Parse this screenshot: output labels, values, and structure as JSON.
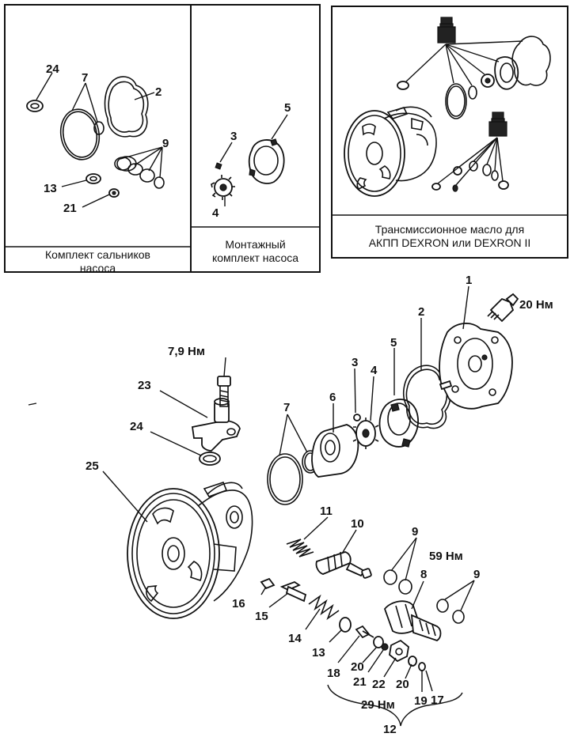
{
  "panels": {
    "seal_kit": {
      "caption_line1": "Комплект сальников",
      "caption_line2": "насоса",
      "labels": [
        "24",
        "7",
        "2",
        "9",
        "13",
        "21"
      ]
    },
    "mount_kit": {
      "caption_line1": "Монтажный",
      "caption_line2": "комплект насоса",
      "labels": [
        "5",
        "3",
        "4"
      ]
    },
    "fluid": {
      "caption_line1": "Трансмиссионное масло для",
      "caption_line2": "АКПП DEXRON или DEXRON II"
    }
  },
  "main": {
    "labels": [
      "1",
      "2",
      "3",
      "4",
      "5",
      "6",
      "7",
      "23",
      "24",
      "25",
      "11",
      "10",
      "9",
      "8",
      "9",
      "16",
      "15",
      "14",
      "13",
      "18",
      "20",
      "21",
      "22",
      "20",
      "19",
      "17",
      "12"
    ],
    "torques": {
      "t20": "20 Нм",
      "t79": "7,9 Нм",
      "t59": "59 Нм",
      "t29": "29 Нм"
    }
  }
}
